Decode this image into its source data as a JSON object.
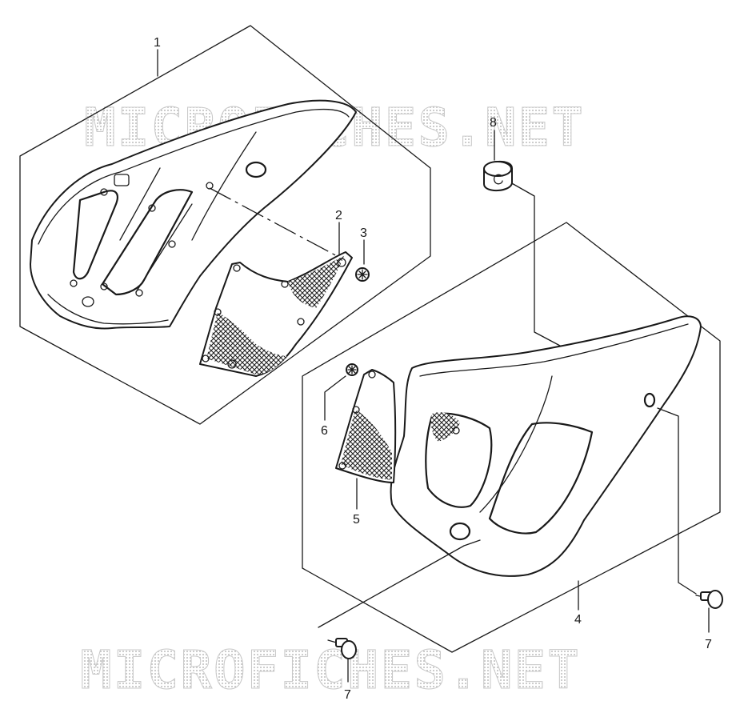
{
  "watermark": {
    "top": "MICROFICHES.NET",
    "bottom": "MICROFICHES.NET"
  },
  "callouts": {
    "p1": "1",
    "p2": "2",
    "p3": "3",
    "p4": "4",
    "p5": "5",
    "p6": "6",
    "p7a": "7",
    "p7b": "7",
    "p8": "8"
  }
}
